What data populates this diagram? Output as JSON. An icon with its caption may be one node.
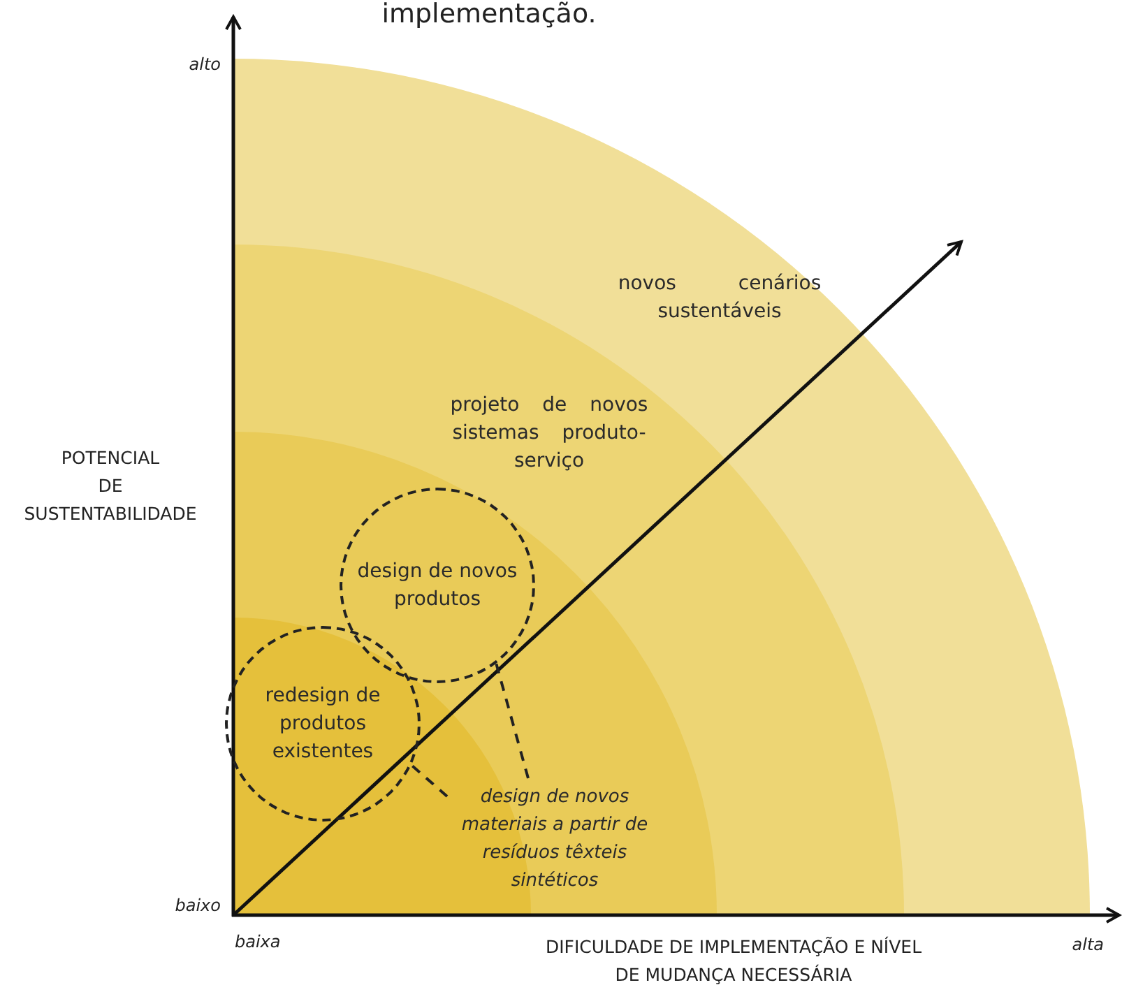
{
  "diagram": {
    "nodes": [
      {
        "text": [
          "design de novos produtos"
        ]
      },
      {
        "text": [
          "redesign de produtos existentes"
        ]
      },
      {
        "text": [
          "design de novos materiais a partir de resíduos têxteis sintéticos"
        ]
      }
    ],
    "edges": [
      {
        "from": 2,
        "to": 0,
        "arrow": "none",
        "style": "dashed"
      },
      {
        "from": 2,
        "to": 1,
        "arrow": "none",
        "style": "dashed"
      }
    ],
    "labels": [
      "implementação.",
      "alto",
      "novos cenários sustentáveis",
      "projeto de novos sistemas produto-serviço",
      "POTENCIAL DE SUSTENTABILIDADE",
      "baixo",
      "baixa",
      "DIFICULDADE DE IMPLEMENTAÇÃO E NÍVEL DE MUDANÇA NECESSÁRIA",
      "alta"
    ]
  }
}
